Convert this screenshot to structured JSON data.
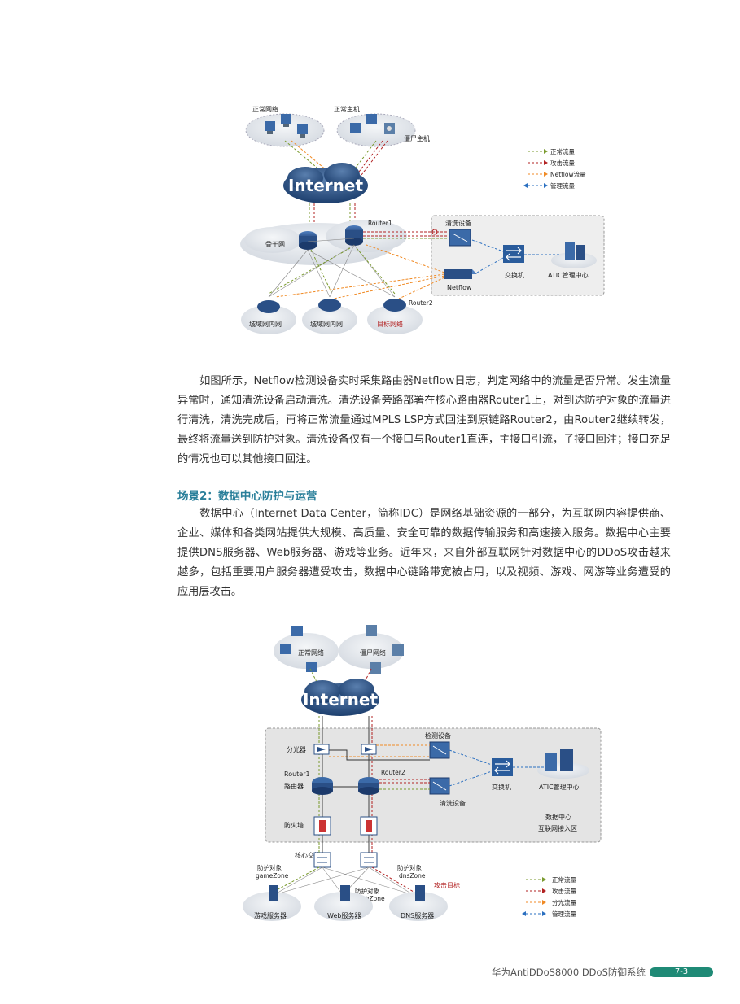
{
  "diagram1": {
    "normal_network": "正常网络",
    "normal_host": "正常主机",
    "zombie_host": "僵尸主机",
    "internet": "Internet",
    "backbone": "骨干网",
    "router1": "Router1",
    "router2": "Router2",
    "cleaning_device": "清洗设备",
    "switch": "交换机",
    "atic": "ATIC管理中心",
    "netflow": "Netflow",
    "metro1": "城域网内网",
    "metro2": "城域网内网",
    "target": "目标网络",
    "legend": [
      "正常流量",
      "攻击流量",
      "Netflow流量",
      "管理流量"
    ],
    "colors": {
      "normal": "#7a9a2e",
      "attack": "#b22222",
      "netflow": "#f08a24",
      "mgmt": "#2a6fc0"
    }
  },
  "paragraph1": "如图所示，Netflow检测设备实时采集路由器Netflow日志，判定网络中的流量是否异常。发生流量异常时，通知清洗设备启动清洗。清洗设备旁路部署在核心路由器Router1上，对到达防护对象的流量进行清洗，清洗完成后，再将正常流量通过MPLS LSP方式回注到原链路Router2，由Router2继续转发，最终将流量送到防护对象。清洗设备仅有一个接口与Router1直连，主接口引流，子接口回注；接口充足的情况也可以其他接口回注。",
  "section_title": "场景2：数据中心防护与运营",
  "paragraph2": "数据中心（Internet Data Center，简称IDC）是网络基础资源的一部分，为互联网内容提供商、企业、媒体和各类网站提供大规模、高质量、安全可靠的数据传输服务和高速接入服务。数据中心主要提供DNS服务器、Web服务器、游戏等业务。近年来，来自外部互联网针对数据中心的DDoS攻击越来越多，包括重要用户服务器遭受攻击，数据中心链路带宽被占用，以及视频、游戏、网游等业务遭受的应用层攻击。",
  "diagram2": {
    "normal_network": "正常网络",
    "zombie_network": "僵尸网络",
    "internet": "Internet",
    "detect_device": "检测设备",
    "splitter": "分光器",
    "router1": "Router1",
    "router2": "Router2",
    "router": "路由器",
    "cleaning_device": "清洗设备",
    "switch": "交换机",
    "atic": "ATIC管理中心",
    "dc_line1": "数据中心",
    "dc_line2": "互联网接入区",
    "firewall": "防火墙",
    "core_switch": "核心交换机",
    "protect_game_line1": "防护对象",
    "protect_game_line2": "gameZone",
    "protect_web_line1": "防护对象",
    "protect_web_line2": "webZone",
    "protect_dns_line1": "防护对象",
    "protect_dns_line2": "dnsZone",
    "attack_target": "攻击目标",
    "game_server": "游戏服务器",
    "web_server": "Web服务器",
    "dns_server": "DNS服务器",
    "legend": [
      "正常流量",
      "攻击流量",
      "分光流量",
      "管理流量"
    ]
  },
  "footer": {
    "product": "华为AntiDDoS8000 DDoS防御系统",
    "page": "7-3"
  }
}
